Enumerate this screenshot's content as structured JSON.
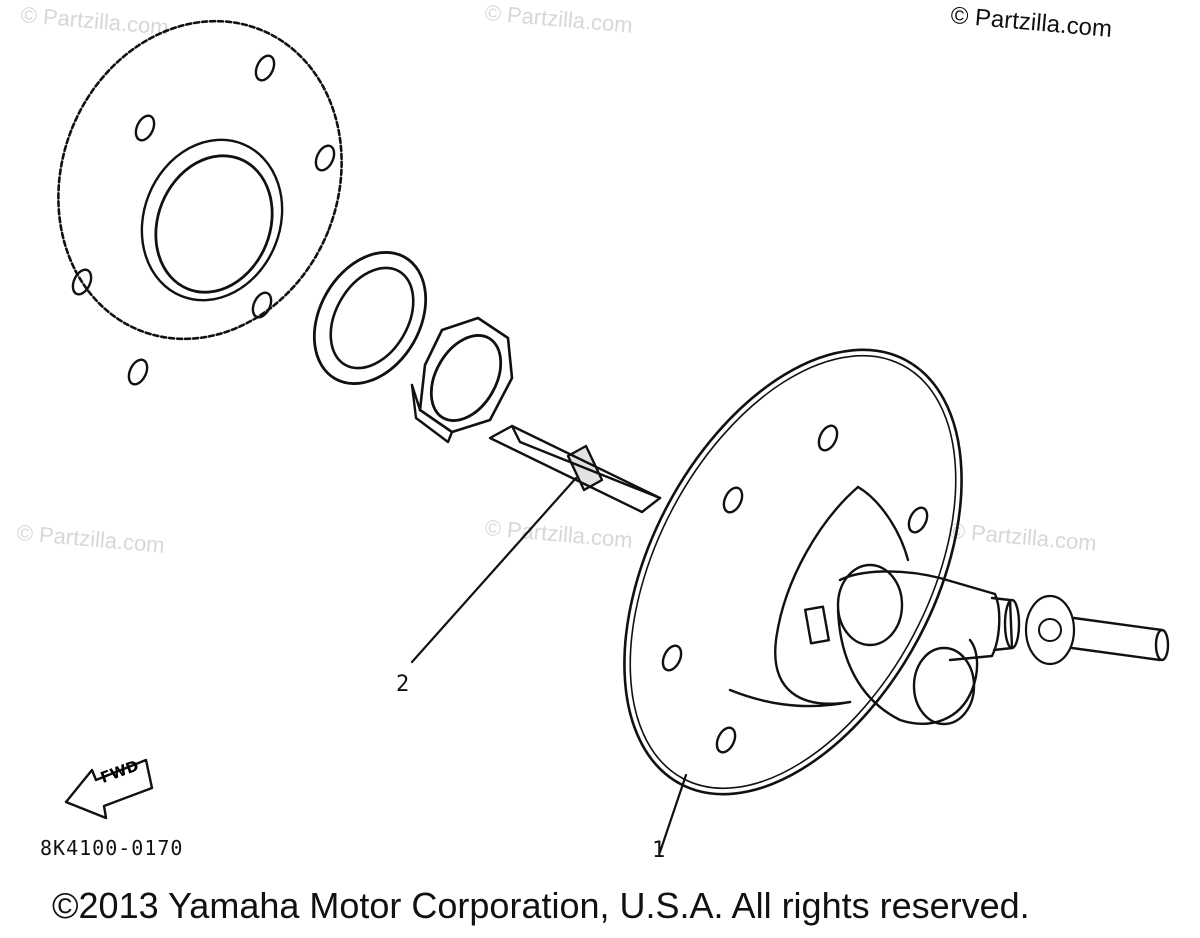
{
  "watermarks": [
    "© Partzilla.com",
    "© Partzilla.com",
    "© Partzilla.com",
    "© Partzilla.com",
    "© Partzilla.com"
  ],
  "corner_watermark": "© Partzilla.com",
  "callouts": {
    "part_1": "1",
    "part_2": "2"
  },
  "fwd_label": "FWD",
  "diagram_code": "8K4100-0170",
  "copyright": "©2013 Yamaha Motor Corporation, U.S.A. All rights reserved."
}
